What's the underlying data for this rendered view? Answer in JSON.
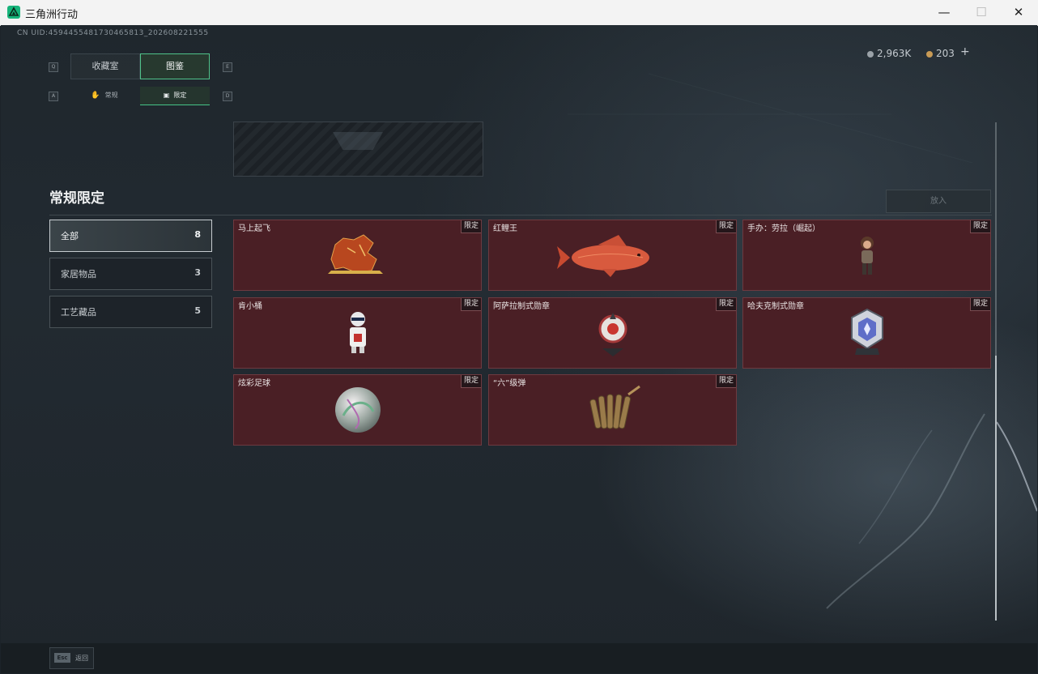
{
  "window": {
    "title": "三角洲行动",
    "min_glyph": "—",
    "max_glyph": "☐",
    "close_glyph": "✕"
  },
  "uid": "CN UID:4594455481730465813_202608221555",
  "currency": {
    "silver": "2,963K",
    "gold": "203",
    "add_glyph": "+"
  },
  "main_tabs": [
    {
      "label": "收藏室",
      "active": false
    },
    {
      "label": "图鉴",
      "active": true
    }
  ],
  "main_tab_keys": {
    "left": "Q",
    "right": "E"
  },
  "sub_tabs": [
    {
      "label": "常规",
      "active": false,
      "icon": "hand-icon"
    },
    {
      "label": "限定",
      "active": true,
      "icon": "frame-icon"
    }
  ],
  "sub_tab_keys": {
    "left": "A",
    "right": "D"
  },
  "section_title": "常规限定",
  "put_in_button": "放入",
  "categories": [
    {
      "label": "全部",
      "count": "8",
      "active": true
    },
    {
      "label": "家居物品",
      "count": "3",
      "active": false
    },
    {
      "label": "工艺藏品",
      "count": "5",
      "active": false
    }
  ],
  "items": [
    {
      "name": "马上起飞",
      "tag": "限定",
      "art": "horse-statue-icon"
    },
    {
      "name": "红鲤王",
      "tag": "限定",
      "art": "red-carp-icon"
    },
    {
      "name": "手办：劳拉（崛起）",
      "tag": "限定",
      "art": "lara-figure-icon"
    },
    {
      "name": "肯小桶",
      "tag": "限定",
      "art": "bucket-figure-icon"
    },
    {
      "name": "阿萨拉制式勋章",
      "tag": "限定",
      "art": "asara-medal-icon"
    },
    {
      "name": "哈夫克制式勋章",
      "tag": "限定",
      "art": "haavk-medal-icon"
    },
    {
      "name": "炫彩足球",
      "tag": "限定",
      "art": "soccer-ball-icon"
    },
    {
      "name": "“六”级弹",
      "tag": "限定",
      "art": "bullet-bundle-icon"
    }
  ],
  "bottom": {
    "esc_key": "Esc",
    "esc_label": "返回"
  },
  "colors": {
    "accent_green": "#4fc28a",
    "card_bg": "#4a1f25",
    "background": "#1f272d"
  }
}
